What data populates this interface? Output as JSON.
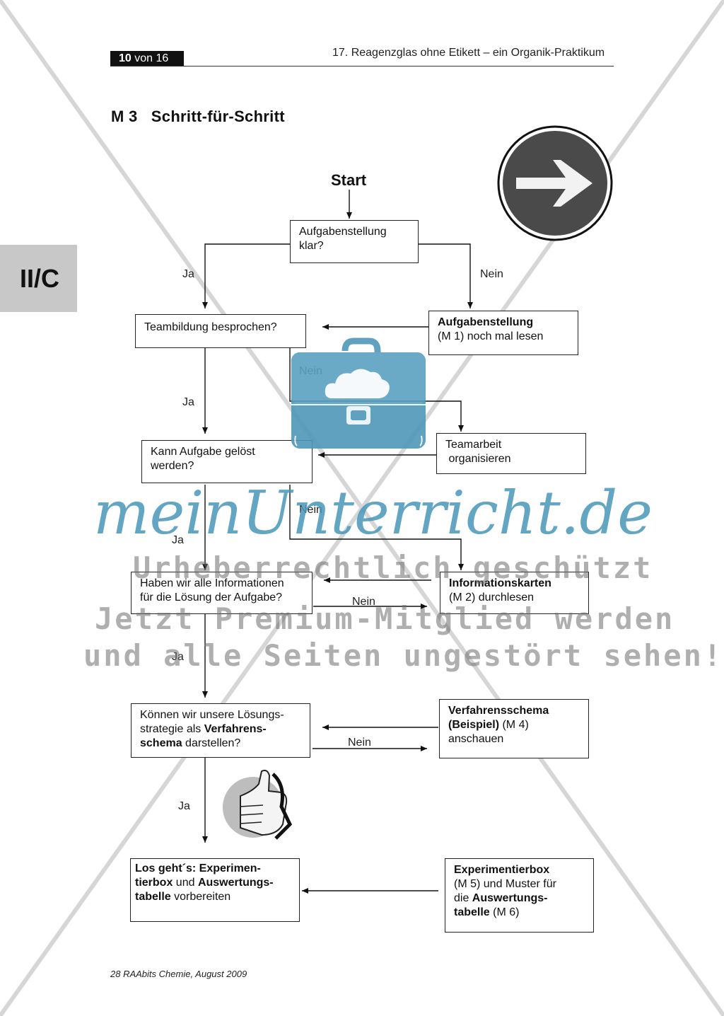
{
  "header": {
    "page_number": "10",
    "page_total": "von 16",
    "title": "17. Reagenzglas ohne Etikett – ein Organik-Praktikum"
  },
  "section": {
    "title": "M 3   Schritt-für-Schritt"
  },
  "side_tab": {
    "label": "II/C"
  },
  "flowchart": {
    "start": "Start",
    "boxes": {
      "aufgabe_klar": [
        "Aufgabenstellung",
        "klar?"
      ],
      "aufgabe_lesen": {
        "bold": "Aufgabenstellung",
        "rest": "(M 1) noch mal lesen"
      },
      "team_besprochen": "Teambildung besprochen?",
      "team_organisieren": [
        "Teamarbeit",
        " organisieren"
      ],
      "aufgabe_geloest": [
        "Kann Aufgabe gelöst",
        "werden?"
      ],
      "informationen": [
        "Haben wir alle Informationen",
        "für die Lösung der Aufgabe?"
      ],
      "infokarten": {
        "bold": "Informationskarten",
        "rest": "(M 2) durchlesen"
      },
      "loesungsstrategie": {
        "line1": "Können wir unsere Lösungs-",
        "line2a": "strategie als ",
        "line2b": "Verfahrens-",
        "line3a": "schema",
        "line3b": " darstellen?"
      },
      "verfahrensschema": {
        "line1": "Verfahrensschema",
        "line2a": "(Beispiel)",
        "line2b": " (M 4)",
        "line3": "anschauen"
      },
      "losgehts": {
        "line1": "Los geht´s: Experimen-",
        "line2a": "tierbox",
        "line2b": " und ",
        "line2c": "Auswertungs-",
        "line3a": "tabelle",
        "line3b": " vorbereiten"
      },
      "experimentierbox": {
        "line1": "Experimentierbox",
        "line2": "(M 5) und Muster für",
        "line3a": "die ",
        "line3b": "Auswertungs-",
        "line4a": "tabelle",
        "line4b": " (M 6)"
      }
    },
    "labels": {
      "yes": "Ja",
      "no": "Nein"
    }
  },
  "watermark": {
    "brand": "meinUnterricht.de",
    "line1": "Urheberrechtlich geschützt",
    "line2": "Jetzt Premium-Mitglied werden",
    "line3": "und alle Seiten ungestört sehen!"
  },
  "footer": {
    "text": "28 RAAbits Chemie, August 2009"
  },
  "colors": {
    "watermark_blue": "#4f97b9",
    "side_tab": "#c8c8c8"
  },
  "icons": [
    "arrow-right-sign-icon",
    "briefcase-cloud-icon",
    "thumbs-up-icon"
  ]
}
